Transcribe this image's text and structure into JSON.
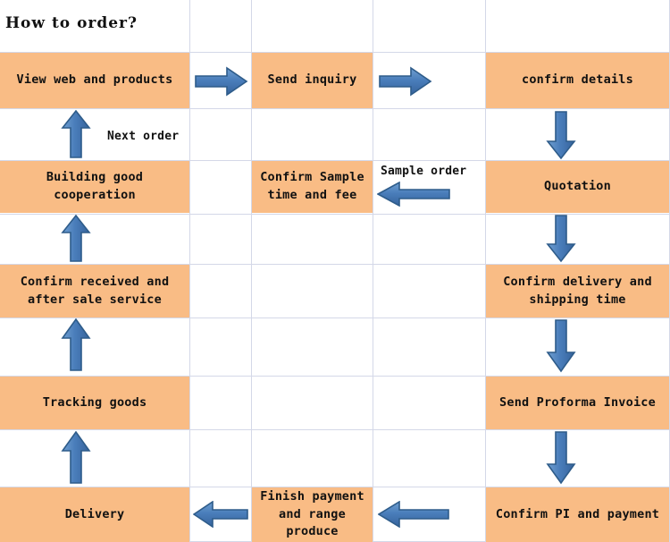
{
  "page": {
    "title": "How to order?",
    "box_color": "#f9bc85",
    "arrow_fill": "#4a7ebb",
    "arrow_stroke": "#2e5c8a",
    "grid_color": "#d4d8e8",
    "background": "#ffffff"
  },
  "boxes": [
    {
      "id": "view-web-and-products",
      "label": "View web and products"
    },
    {
      "id": "send-inquiry",
      "label": "Send inquiry"
    },
    {
      "id": "confirm-details",
      "label": "confirm details"
    },
    {
      "id": "building-good-cooperation",
      "label": "Building good cooperation"
    },
    {
      "id": "confirm-sample-time-and-fee",
      "label": "Confirm Sample time and fee"
    },
    {
      "id": "quotation",
      "label": "Quotation"
    },
    {
      "id": "confirm-received-and-after-sale-service",
      "label": "Confirm received and after sale service"
    },
    {
      "id": "confirm-delivery-and-shipping-time",
      "label": "Confirm delivery and shipping time"
    },
    {
      "id": "tracking-goods",
      "label": "Tracking goods"
    },
    {
      "id": "send-proforma-invoice",
      "label": "Send Proforma Invoice"
    },
    {
      "id": "delivery",
      "label": "Delivery"
    },
    {
      "id": "finish-payment-and-range-produce",
      "label": "Finish payment and range produce"
    },
    {
      "id": "confirm-pi-and-payment",
      "label": "Confirm PI and payment"
    }
  ],
  "labels": {
    "next_order": "Next order",
    "sample_order": "Sample order"
  },
  "arrows": [
    {
      "id": "arrow-view-to-inquiry",
      "direction": "right"
    },
    {
      "id": "arrow-inquiry-to-details",
      "direction": "right"
    },
    {
      "id": "arrow-details-to-quotation",
      "direction": "down"
    },
    {
      "id": "arrow-quotation-to-sample",
      "direction": "left"
    },
    {
      "id": "arrow-quotation-to-confirm-delivery",
      "direction": "down"
    },
    {
      "id": "arrow-delivery-to-proforma",
      "direction": "down"
    },
    {
      "id": "arrow-proforma-to-pi",
      "direction": "down"
    },
    {
      "id": "arrow-pi-to-finish-payment",
      "direction": "left"
    },
    {
      "id": "arrow-finish-payment-to-delivery",
      "direction": "left"
    },
    {
      "id": "arrow-delivery-to-tracking",
      "direction": "up"
    },
    {
      "id": "arrow-tracking-to-confirm-received",
      "direction": "up"
    },
    {
      "id": "arrow-confirm-received-to-cooperation",
      "direction": "up"
    },
    {
      "id": "arrow-cooperation-to-view",
      "direction": "up"
    }
  ]
}
